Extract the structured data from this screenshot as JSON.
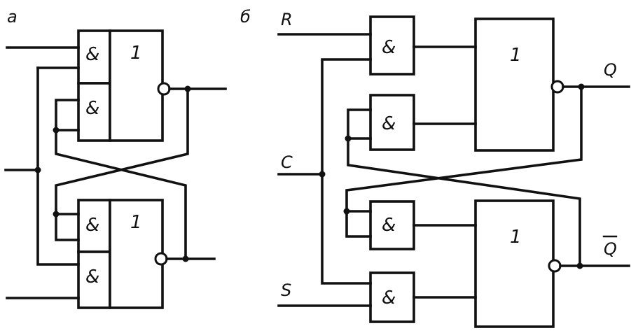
{
  "diagram": {
    "panel_a": {
      "label": "a",
      "and_symbol": "&",
      "or_symbol": "1"
    },
    "panel_b": {
      "label": "б",
      "and_symbol": "&",
      "or_symbol": "1",
      "inputs": {
        "r": "R",
        "c": "C",
        "s": "S"
      },
      "outputs": {
        "q": "Q",
        "q_bar": "Q"
      }
    }
  }
}
